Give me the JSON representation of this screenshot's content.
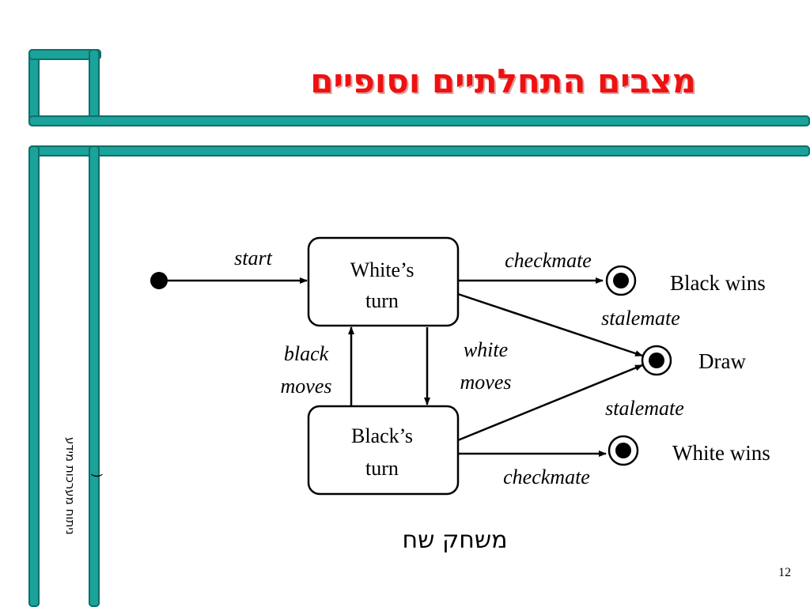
{
  "slide": {
    "title": "מצבים התחלתיים וסופיים",
    "side_text": "ניתוח מערכות מידע",
    "side_paren": ")",
    "footer": "משחק שח",
    "page_number": "12",
    "accent_color": "#1aa39b",
    "title_color": "#ee1111"
  },
  "diagram": {
    "states": {
      "white_turn": [
        "White’s",
        "turn"
      ],
      "black_turn": [
        "Black’s",
        "turn"
      ]
    },
    "final_states": {
      "black_wins": "Black wins",
      "draw": "Draw",
      "white_wins": "White wins"
    },
    "transitions": {
      "start": "start",
      "checkmate_top": "checkmate",
      "stalemate_top": "stalemate",
      "black_moves": [
        "black",
        "moves"
      ],
      "white_moves": [
        "white",
        "moves"
      ],
      "stalemate_bottom": "stalemate",
      "checkmate_bottom": "checkmate"
    }
  }
}
